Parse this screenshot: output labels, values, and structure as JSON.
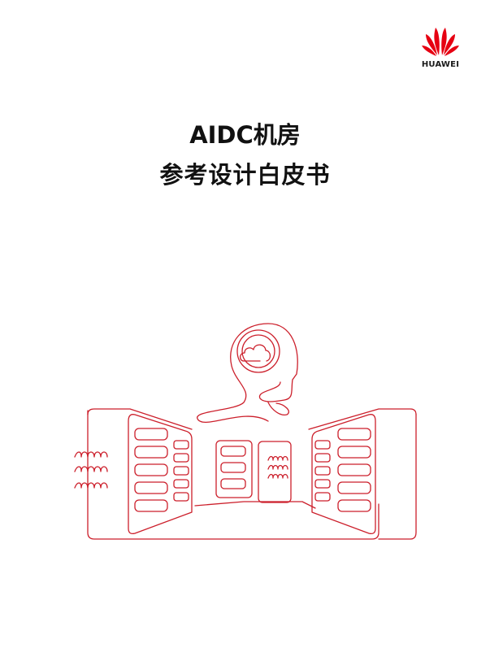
{
  "document": {
    "type": "cover-page",
    "brand": {
      "name": "HUAWEI",
      "logo_color": "#e60012"
    },
    "title": {
      "line1": "AIDC机房",
      "line2": "参考设计白皮书"
    },
    "illustration": {
      "description": "single-line red drawing: human head with cloud inside, above a data center hall with server racks",
      "stroke_color": "#cc1f2b"
    }
  }
}
